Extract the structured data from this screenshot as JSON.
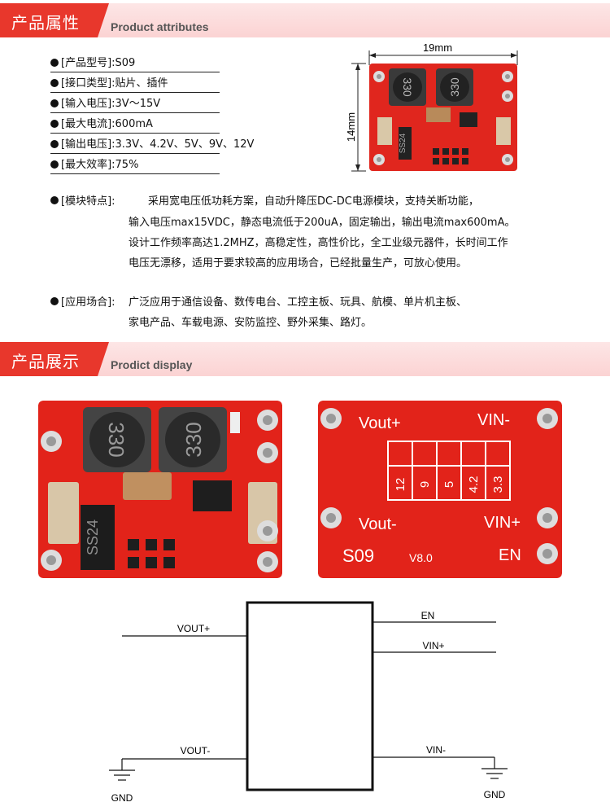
{
  "section1": {
    "cn": "产品属性",
    "en": "Product attributes"
  },
  "attributes": [
    {
      "label": "[产品型号]:",
      "value": "S09"
    },
    {
      "label": "[接口类型]:",
      "value": "贴片、插件"
    },
    {
      "label": "[输入电压]:",
      "value": "3V～15V"
    },
    {
      "label": "[最大电流]:",
      "value": "600mA"
    },
    {
      "label": "[输出电压]:",
      "value": "3.3V、4.2V、5V、9V、12V"
    },
    {
      "label": "[最大效率]:",
      "value": "75%"
    }
  ],
  "dimensions": {
    "width": "19mm",
    "height": "14mm"
  },
  "features": {
    "label": "[模块特点]:",
    "lines": [
      "采用宽电压低功耗方案，自动升降压DC-DC电源模块，支持关断功能，",
      "输入电压max15VDC，静态电流低于200uA，固定输出，输出电流max600mA。",
      "设计工作频率高达1.2MHZ，高稳定性，高性价比，全工业级元器件，长时间工作",
      "电压无漂移，适用于要求较高的应用场合，已经批量生产，可放心使用。"
    ]
  },
  "applications": {
    "label": "[应用场合]:",
    "lines": [
      "广泛应用于通信设备、数传电台、工控主板、玩具、航模、单片机主板、",
      "家电产品、车载电源、安防监控、野外采集、路灯。"
    ]
  },
  "section2": {
    "cn": "产品展示",
    "en": "Prodict display"
  },
  "board_front": {
    "inductor1": "330",
    "inductor2": "330",
    "diode": "SS24"
  },
  "board_back": {
    "vout_plus": "Vout+",
    "vin_minus": "VIN-",
    "vout_minus": "Vout-",
    "vin_plus": "VIN+",
    "en": "EN",
    "model": "S09",
    "version": "V8.0",
    "jumpers": [
      "12",
      "9",
      "5",
      "4.2",
      "3.3"
    ]
  },
  "schematic": {
    "vout_plus": "VOUT+",
    "vout_minus": "VOUT-",
    "en": "EN",
    "vin_plus": "VIN+",
    "vin_minus": "VIN-",
    "gnd_left": "GND",
    "gnd_right": "GND"
  }
}
